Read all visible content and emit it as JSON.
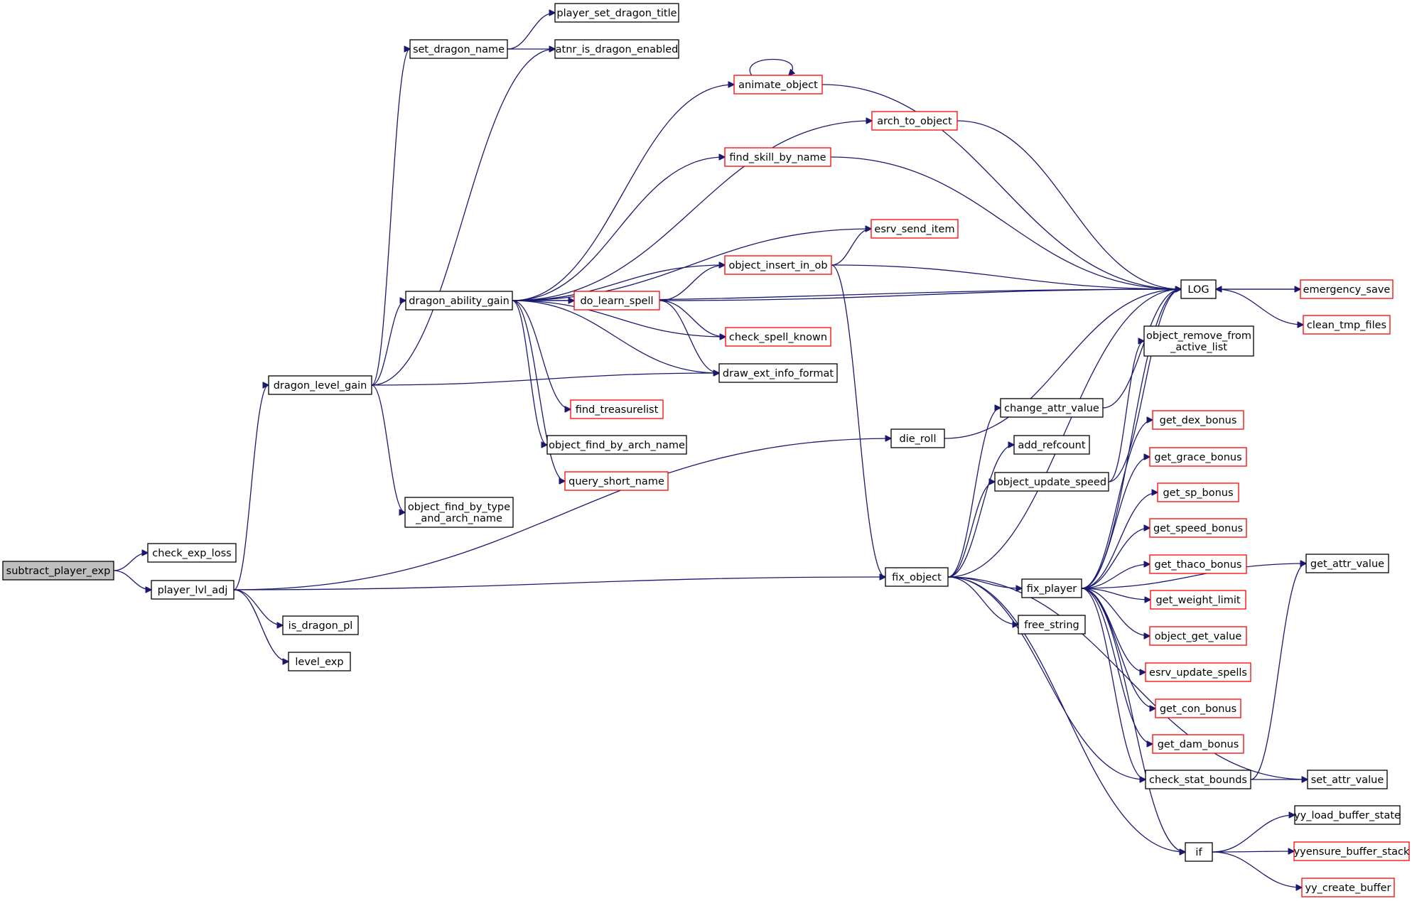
{
  "diagram": {
    "type": "call-graph",
    "colors": {
      "edge": "#191970",
      "node_border": "#000000",
      "truncated_border": "#ff0000",
      "root_fill": "#bfbfbf",
      "node_fill": "#ffffff"
    },
    "nodes": [
      {
        "id": "subtract_player_exp",
        "lines": [
          "subtract_player_exp"
        ],
        "root": true
      },
      {
        "id": "check_exp_loss",
        "lines": [
          "check_exp_loss"
        ]
      },
      {
        "id": "player_lvl_adj",
        "lines": [
          "player_lvl_adj"
        ]
      },
      {
        "id": "dragon_level_gain",
        "lines": [
          "dragon_level_gain"
        ]
      },
      {
        "id": "is_dragon_pl",
        "lines": [
          "is_dragon_pl"
        ]
      },
      {
        "id": "level_exp",
        "lines": [
          "level_exp"
        ]
      },
      {
        "id": "die_roll",
        "lines": [
          "die_roll"
        ]
      },
      {
        "id": "fix_object",
        "lines": [
          "fix_object"
        ]
      },
      {
        "id": "set_dragon_name",
        "lines": [
          "set_dragon_name"
        ]
      },
      {
        "id": "player_set_dragon_title",
        "lines": [
          "player_set_dragon_title"
        ]
      },
      {
        "id": "atnr_is_dragon_enabled",
        "lines": [
          "atnr_is_dragon_enabled"
        ]
      },
      {
        "id": "dragon_ability_gain",
        "lines": [
          "dragon_ability_gain"
        ]
      },
      {
        "id": "object_find_by_type_and_arch_name",
        "lines": [
          "object_find_by_type",
          "_and_arch_name"
        ]
      },
      {
        "id": "draw_ext_info_format",
        "lines": [
          "draw_ext_info_format"
        ]
      },
      {
        "id": "animate_object",
        "lines": [
          "animate_object"
        ],
        "truncated": true
      },
      {
        "id": "arch_to_object",
        "lines": [
          "arch_to_object"
        ],
        "truncated": true
      },
      {
        "id": "find_skill_by_name",
        "lines": [
          "find_skill_by_name"
        ],
        "truncated": true
      },
      {
        "id": "esrv_send_item",
        "lines": [
          "esrv_send_item"
        ],
        "truncated": true
      },
      {
        "id": "object_insert_in_ob",
        "lines": [
          "object_insert_in_ob"
        ],
        "truncated": true
      },
      {
        "id": "do_learn_spell",
        "lines": [
          "do_learn_spell"
        ],
        "truncated": true
      },
      {
        "id": "check_spell_known",
        "lines": [
          "check_spell_known"
        ],
        "truncated": true
      },
      {
        "id": "find_treasurelist",
        "lines": [
          "find_treasurelist"
        ],
        "truncated": true
      },
      {
        "id": "object_find_by_arch_name",
        "lines": [
          "object_find_by_arch_name"
        ]
      },
      {
        "id": "query_short_name",
        "lines": [
          "query_short_name"
        ],
        "truncated": true
      },
      {
        "id": "LOG",
        "lines": [
          "LOG"
        ]
      },
      {
        "id": "emergency_save",
        "lines": [
          "emergency_save"
        ],
        "truncated": true
      },
      {
        "id": "clean_tmp_files",
        "lines": [
          "clean_tmp_files"
        ],
        "truncated": true
      },
      {
        "id": "object_remove_from_active_list",
        "lines": [
          "object_remove_from",
          "_active_list"
        ]
      },
      {
        "id": "change_attr_value",
        "lines": [
          "change_attr_value"
        ]
      },
      {
        "id": "add_refcount",
        "lines": [
          "add_refcount"
        ]
      },
      {
        "id": "object_update_speed",
        "lines": [
          "object_update_speed"
        ]
      },
      {
        "id": "fix_player",
        "lines": [
          "fix_player"
        ]
      },
      {
        "id": "free_string",
        "lines": [
          "free_string"
        ]
      },
      {
        "id": "check_stat_bounds",
        "lines": [
          "check_stat_bounds"
        ]
      },
      {
        "id": "if",
        "lines": [
          "if"
        ]
      },
      {
        "id": "get_dex_bonus",
        "lines": [
          "get_dex_bonus"
        ],
        "truncated": true
      },
      {
        "id": "get_grace_bonus",
        "lines": [
          "get_grace_bonus"
        ],
        "truncated": true
      },
      {
        "id": "get_sp_bonus",
        "lines": [
          "get_sp_bonus"
        ],
        "truncated": true
      },
      {
        "id": "get_speed_bonus",
        "lines": [
          "get_speed_bonus"
        ],
        "truncated": true
      },
      {
        "id": "get_thaco_bonus",
        "lines": [
          "get_thaco_bonus"
        ],
        "truncated": true
      },
      {
        "id": "get_weight_limit",
        "lines": [
          "get_weight_limit"
        ],
        "truncated": true
      },
      {
        "id": "object_get_value",
        "lines": [
          "object_get_value"
        ],
        "truncated": true
      },
      {
        "id": "esrv_update_spells",
        "lines": [
          "esrv_update_spells"
        ],
        "truncated": true
      },
      {
        "id": "get_con_bonus",
        "lines": [
          "get_con_bonus"
        ],
        "truncated": true
      },
      {
        "id": "get_dam_bonus",
        "lines": [
          "get_dam_bonus"
        ],
        "truncated": true
      },
      {
        "id": "get_attr_value",
        "lines": [
          "get_attr_value"
        ]
      },
      {
        "id": "set_attr_value",
        "lines": [
          "set_attr_value"
        ]
      },
      {
        "id": "yy_load_buffer_state",
        "lines": [
          "yy_load_buffer_state"
        ]
      },
      {
        "id": "yyensure_buffer_stack",
        "lines": [
          "yyensure_buffer_stack"
        ],
        "truncated": true
      },
      {
        "id": "yy_create_buffer",
        "lines": [
          "yy_create_buffer"
        ],
        "truncated": true
      }
    ],
    "edges": [
      [
        "subtract_player_exp",
        "check_exp_loss"
      ],
      [
        "subtract_player_exp",
        "player_lvl_adj"
      ],
      [
        "player_lvl_adj",
        "dragon_level_gain"
      ],
      [
        "player_lvl_adj",
        "is_dragon_pl"
      ],
      [
        "player_lvl_adj",
        "level_exp"
      ],
      [
        "player_lvl_adj",
        "die_roll"
      ],
      [
        "player_lvl_adj",
        "fix_object"
      ],
      [
        "dragon_level_gain",
        "set_dragon_name"
      ],
      [
        "dragon_level_gain",
        "atnr_is_dragon_enabled"
      ],
      [
        "dragon_level_gain",
        "dragon_ability_gain"
      ],
      [
        "dragon_level_gain",
        "object_find_by_type_and_arch_name"
      ],
      [
        "dragon_level_gain",
        "draw_ext_info_format"
      ],
      [
        "set_dragon_name",
        "player_set_dragon_title"
      ],
      [
        "set_dragon_name",
        "atnr_is_dragon_enabled"
      ],
      [
        "dragon_ability_gain",
        "animate_object"
      ],
      [
        "dragon_ability_gain",
        "arch_to_object"
      ],
      [
        "dragon_ability_gain",
        "find_skill_by_name"
      ],
      [
        "dragon_ability_gain",
        "LOG"
      ],
      [
        "dragon_ability_gain",
        "esrv_send_item"
      ],
      [
        "dragon_ability_gain",
        "object_insert_in_ob"
      ],
      [
        "dragon_ability_gain",
        "do_learn_spell"
      ],
      [
        "dragon_ability_gain",
        "check_spell_known"
      ],
      [
        "dragon_ability_gain",
        "draw_ext_info_format"
      ],
      [
        "dragon_ability_gain",
        "find_treasurelist"
      ],
      [
        "dragon_ability_gain",
        "object_find_by_arch_name"
      ],
      [
        "dragon_ability_gain",
        "query_short_name"
      ],
      [
        "animate_object",
        "animate_object"
      ],
      [
        "animate_object",
        "LOG"
      ],
      [
        "arch_to_object",
        "LOG"
      ],
      [
        "find_skill_by_name",
        "LOG"
      ],
      [
        "object_insert_in_ob",
        "esrv_send_item"
      ],
      [
        "object_insert_in_ob",
        "LOG"
      ],
      [
        "object_insert_in_ob",
        "fix_object"
      ],
      [
        "do_learn_spell",
        "object_insert_in_ob"
      ],
      [
        "do_learn_spell",
        "LOG"
      ],
      [
        "do_learn_spell",
        "check_spell_known"
      ],
      [
        "do_learn_spell",
        "draw_ext_info_format"
      ],
      [
        "LOG",
        "emergency_save"
      ],
      [
        "LOG",
        "clean_tmp_files"
      ],
      [
        "emergency_save",
        "LOG"
      ],
      [
        "die_roll",
        "LOG"
      ],
      [
        "fix_object",
        "LOG"
      ],
      [
        "fix_object",
        "change_attr_value"
      ],
      [
        "fix_object",
        "add_refcount"
      ],
      [
        "fix_object",
        "object_update_speed"
      ],
      [
        "fix_object",
        "fix_player"
      ],
      [
        "fix_object",
        "free_string"
      ],
      [
        "fix_object",
        "check_stat_bounds"
      ],
      [
        "fix_object",
        "set_attr_value"
      ],
      [
        "fix_object",
        "if"
      ],
      [
        "change_attr_value",
        "LOG"
      ],
      [
        "object_update_speed",
        "LOG"
      ],
      [
        "object_update_speed",
        "object_remove_from_active_list"
      ],
      [
        "fix_player",
        "LOG"
      ],
      [
        "fix_player",
        "get_attr_value"
      ],
      [
        "fix_player",
        "get_dex_bonus"
      ],
      [
        "fix_player",
        "get_grace_bonus"
      ],
      [
        "fix_player",
        "get_sp_bonus"
      ],
      [
        "fix_player",
        "get_speed_bonus"
      ],
      [
        "fix_player",
        "get_thaco_bonus"
      ],
      [
        "fix_player",
        "get_weight_limit"
      ],
      [
        "fix_player",
        "object_get_value"
      ],
      [
        "fix_player",
        "esrv_update_spells"
      ],
      [
        "fix_player",
        "get_con_bonus"
      ],
      [
        "fix_player",
        "get_dam_bonus"
      ],
      [
        "fix_player",
        "check_stat_bounds"
      ],
      [
        "fix_player",
        "if"
      ],
      [
        "check_stat_bounds",
        "get_attr_value"
      ],
      [
        "check_stat_bounds",
        "set_attr_value"
      ],
      [
        "if",
        "yy_load_buffer_state"
      ],
      [
        "if",
        "yyensure_buffer_stack"
      ],
      [
        "if",
        "yy_create_buffer"
      ]
    ]
  }
}
